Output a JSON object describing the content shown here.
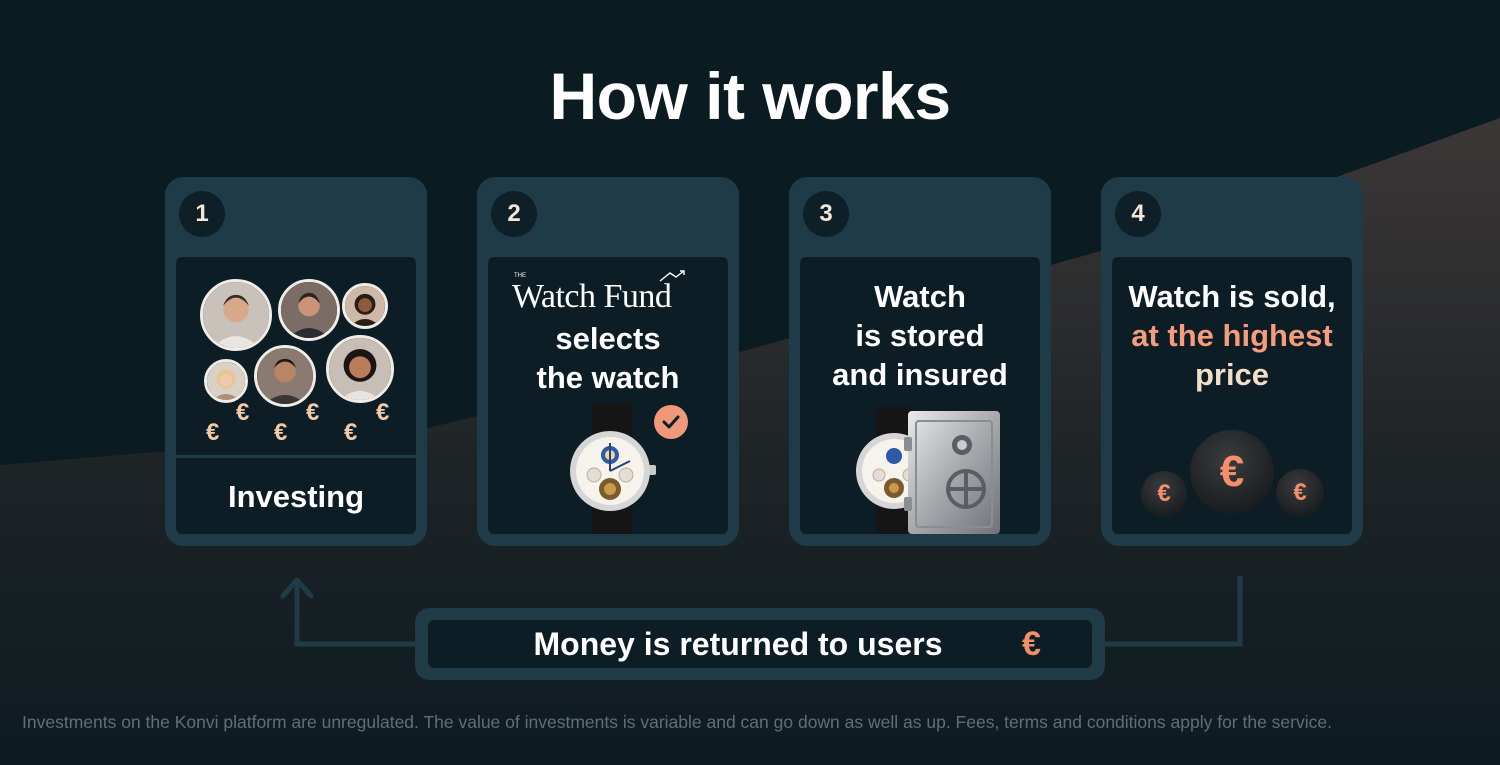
{
  "title": "How it works",
  "steps": [
    {
      "number": "1",
      "label": "Investing",
      "icons": [
        "avatar",
        "euro-icon"
      ]
    },
    {
      "number": "2",
      "logo_small": "THE",
      "logo": "Watch Fund",
      "line1": "selects",
      "line2": "the watch",
      "icons": [
        "watch-image",
        "check-icon"
      ]
    },
    {
      "number": "3",
      "line1": "Watch",
      "line2": "is stored",
      "line3": "and insured",
      "icons": [
        "watch-image",
        "safe-image"
      ]
    },
    {
      "number": "4",
      "line1": "Watch is sold,",
      "line2": "at the highest",
      "line3": "price",
      "icons": [
        "euro-coin-icon"
      ]
    }
  ],
  "euro_symbol": "€",
  "return_label": "Money is returned to users",
  "disclaimer": "Investments on the Konvi platform are unregulated. The value of investments is variable and can go down as well as up. Fees, terms and conditions apply for the service.",
  "colors": {
    "background": "#0b1b22",
    "card": "#1f3b48",
    "panel": "#0d1d25",
    "accent": "#f49c7b",
    "cream": "#f3dec8"
  }
}
